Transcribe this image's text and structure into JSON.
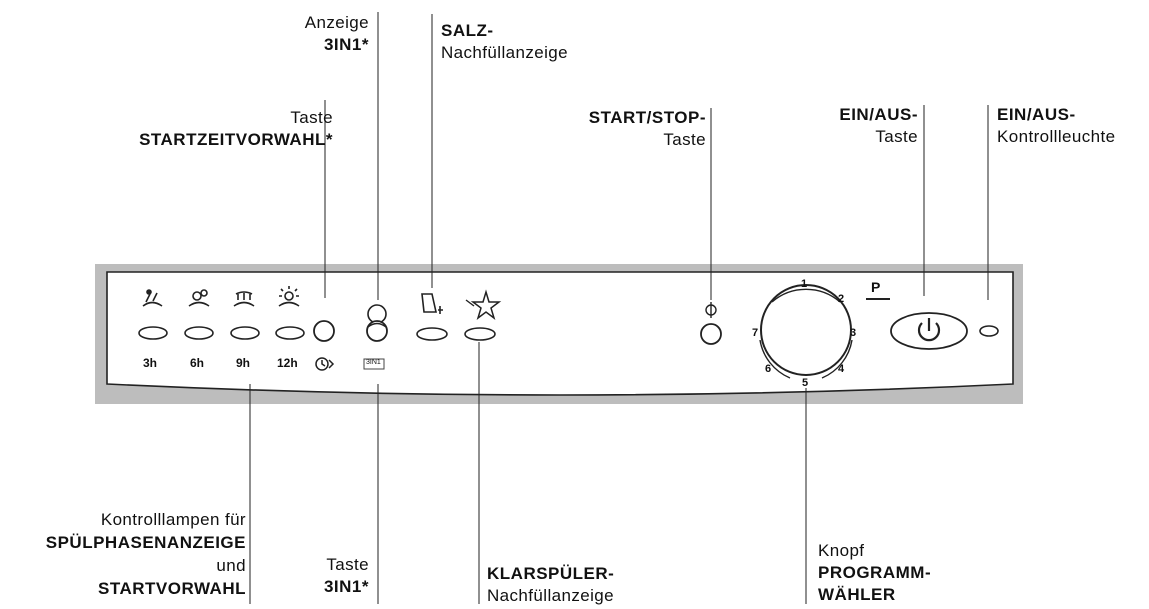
{
  "labels": {
    "anzeige_3in1": {
      "line1": "Anzeige",
      "line2": "3IN1*"
    },
    "salz": {
      "line1": "SALZ-",
      "line2": "Nachfüllanzeige"
    },
    "startzeitvorwahl": {
      "line1": "Taste",
      "line2": "STARTZEITVORWAHL*"
    },
    "start_stop": {
      "line1": "START/STOP-",
      "line2": "Taste"
    },
    "ein_aus_taste": {
      "line1": "EIN/AUS-",
      "line2": "Taste"
    },
    "ein_aus_leuchte": {
      "line1": "EIN/AUS-",
      "line2": "Kontrollleuchte"
    },
    "kontrolllampen": {
      "line1": "Kontrolllampen für",
      "line2": "SPÜLPHASENANZEIGE",
      "line3": "und",
      "line4": "STARTVORWAHL"
    },
    "taste_3in1": {
      "line1": "Taste",
      "line2": "3IN1*"
    },
    "klarspueler": {
      "line1": "KLARSPÜLER-",
      "line2": "Nachfüllanzeige"
    },
    "programmwaehler": {
      "line1": "Knopf",
      "line2": "PROGRAMM-",
      "line3": "WÄHLER"
    }
  },
  "panel": {
    "delay_times": [
      "3h",
      "6h",
      "9h",
      "12h"
    ],
    "badge_3in1": "3IN1",
    "dial_numbers": [
      "1",
      "2",
      "3",
      "4",
      "5",
      "6",
      "7"
    ],
    "program_marker": "P"
  }
}
